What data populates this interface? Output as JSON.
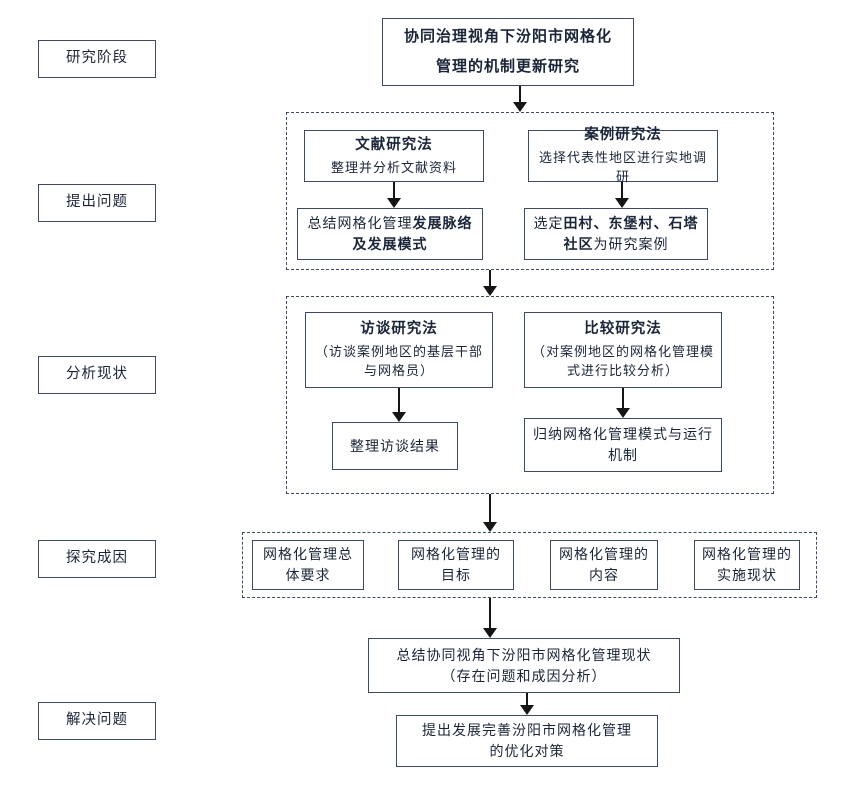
{
  "colors": {
    "border": "#3c4a66",
    "text": "#1b2538",
    "arrow": "#151515"
  },
  "title": "协同治理视角下汾阳市网格化管理的机制更新研究",
  "stages": [
    "研究阶段",
    "提出问题",
    "分析现状",
    "探究成因",
    "解决问题"
  ],
  "phase1": {
    "literature": {
      "title": "文献研究法",
      "subtitle": "整理并分析文献资料"
    },
    "case": {
      "title": "案例研究法",
      "subtitle": "选择代表性地区进行实地调研"
    },
    "literature_result": {
      "prefix": "总结网格化管理",
      "bold": "发展脉络及发展模式"
    },
    "case_result": {
      "prefix": "选定",
      "bold": "田村、东堡村、石塔社区",
      "suffix": "为研究案例"
    }
  },
  "phase2": {
    "interview": {
      "title": "访谈研究法",
      "subtitle": "（访谈案例地区的基层干部与网格员）"
    },
    "compare": {
      "title": "比较研究法",
      "subtitle": "（对案例地区的网格化管理模式进行比较分析）"
    },
    "interview_result": "整理访谈结果",
    "compare_result": "归纳网格化管理模式与运行机制"
  },
  "phase3": {
    "causes": [
      "网格化管理总体要求",
      "网格化管理的目标",
      "网格化管理的内容",
      "网格化管理的实施现状"
    ]
  },
  "summary": {
    "line1": "总结协同视角下汾阳市网格化管理现状",
    "line2": "（存在问题和成因分析）"
  },
  "solution": {
    "line1": "提出发展完善汾阳市网格化管理",
    "line2": "的优化对策"
  }
}
